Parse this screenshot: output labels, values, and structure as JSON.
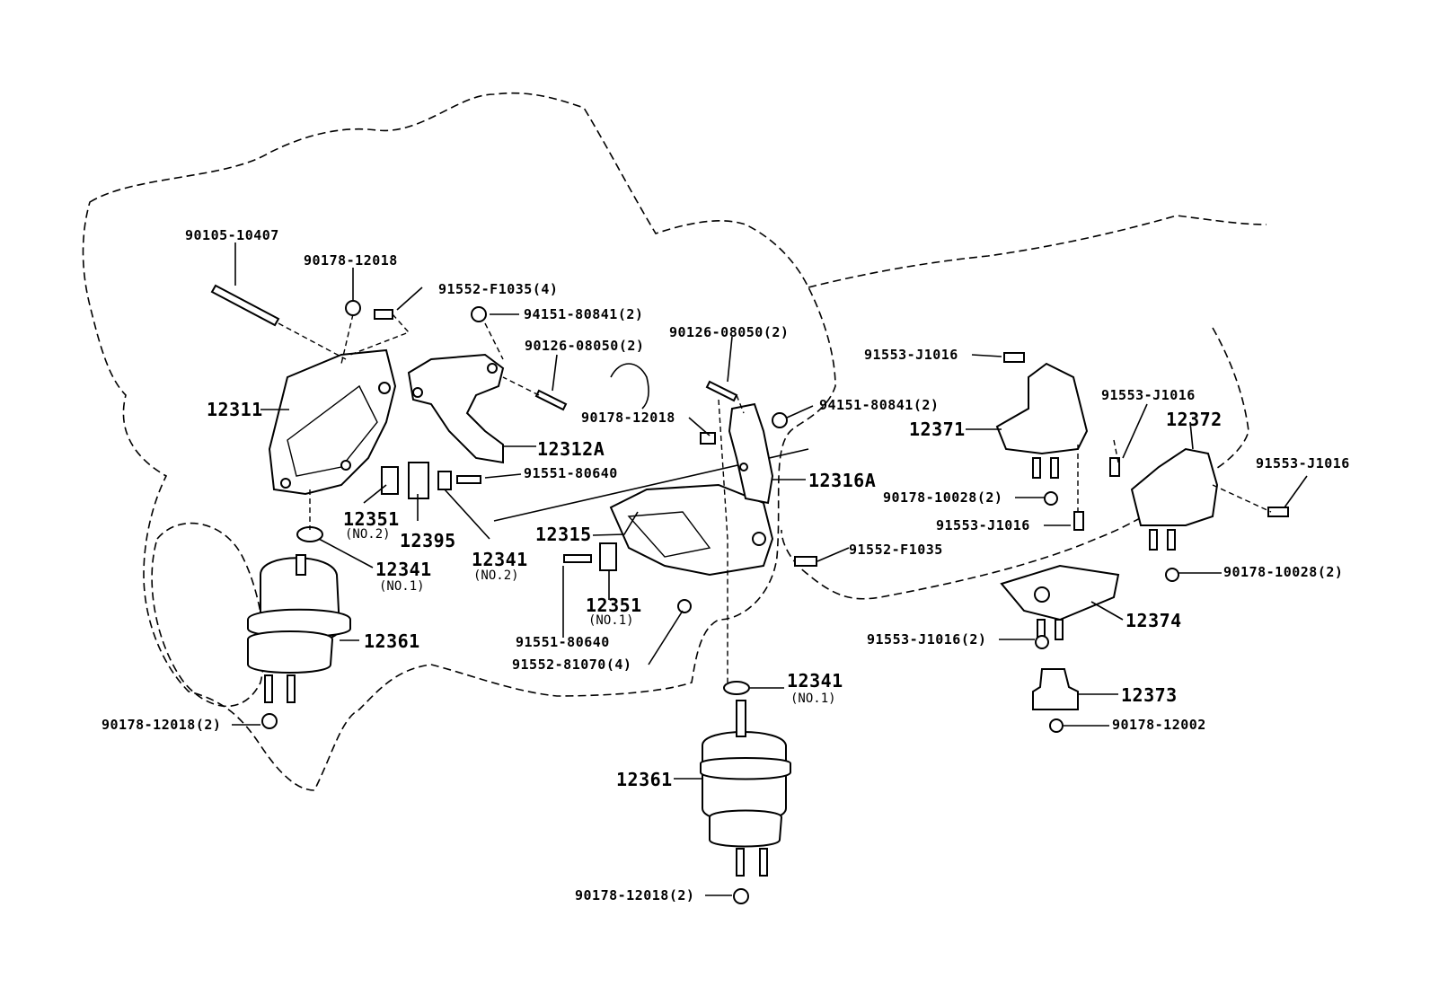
{
  "labels": {
    "l_90105_10407": "90105-10407",
    "l_90178_12018_top": "90178-12018",
    "l_91552_f1035_4": "91552-F1035(4)",
    "l_94151_80841_a": "94151-80841(2)",
    "l_90126_08050_a": "90126-08050(2)",
    "l_12311": "12311",
    "l_12312a": "12312A",
    "l_91551_80640_a": "91551-80640",
    "l_12351_a": "12351",
    "l_no2_a": "(NO.2)",
    "l_12395": "12395",
    "l_12341_no2": "12341",
    "l_no2_b": "(NO.2)",
    "l_12341_a": "12341",
    "l_no1_a": "(NO.1)",
    "l_12361_a": "12361",
    "l_90178_12018_2a": "90178-12018(2)",
    "l_90126_08050_b": "90126-08050(2)",
    "l_90178_12018_mid": "90178-12018",
    "l_94151_80841_b": "94151-80841(2)",
    "l_12316a": "12316A",
    "l_12315": "12315",
    "l_91552_f1035": "91552-F1035",
    "l_12351_b": "12351",
    "l_no1_b": "(NO.1)",
    "l_91551_80640_b": "91551-80640",
    "l_91552_81070_4": "91552-81070(4)",
    "l_12341_b": "12341",
    "l_no1_c": "(NO.1)",
    "l_12361_b": "12361",
    "l_90178_12018_2b": "90178-12018(2)",
    "l_91553_j1016_a": "91553-J1016",
    "l_12371": "12371",
    "l_90178_10028_2a": "90178-10028(2)",
    "l_91553_j1016_b": "91553-J1016",
    "l_91553_j1016_c": "91553-J1016",
    "l_12372": "12372",
    "l_91553_j1016_d": "91553-J1016",
    "l_90178_10028_2b": "90178-10028(2)",
    "l_12374": "12374",
    "l_91553_j1016_2": "91553-J1016(2)",
    "l_12373": "12373",
    "l_90178_12002": "90178-12002"
  }
}
